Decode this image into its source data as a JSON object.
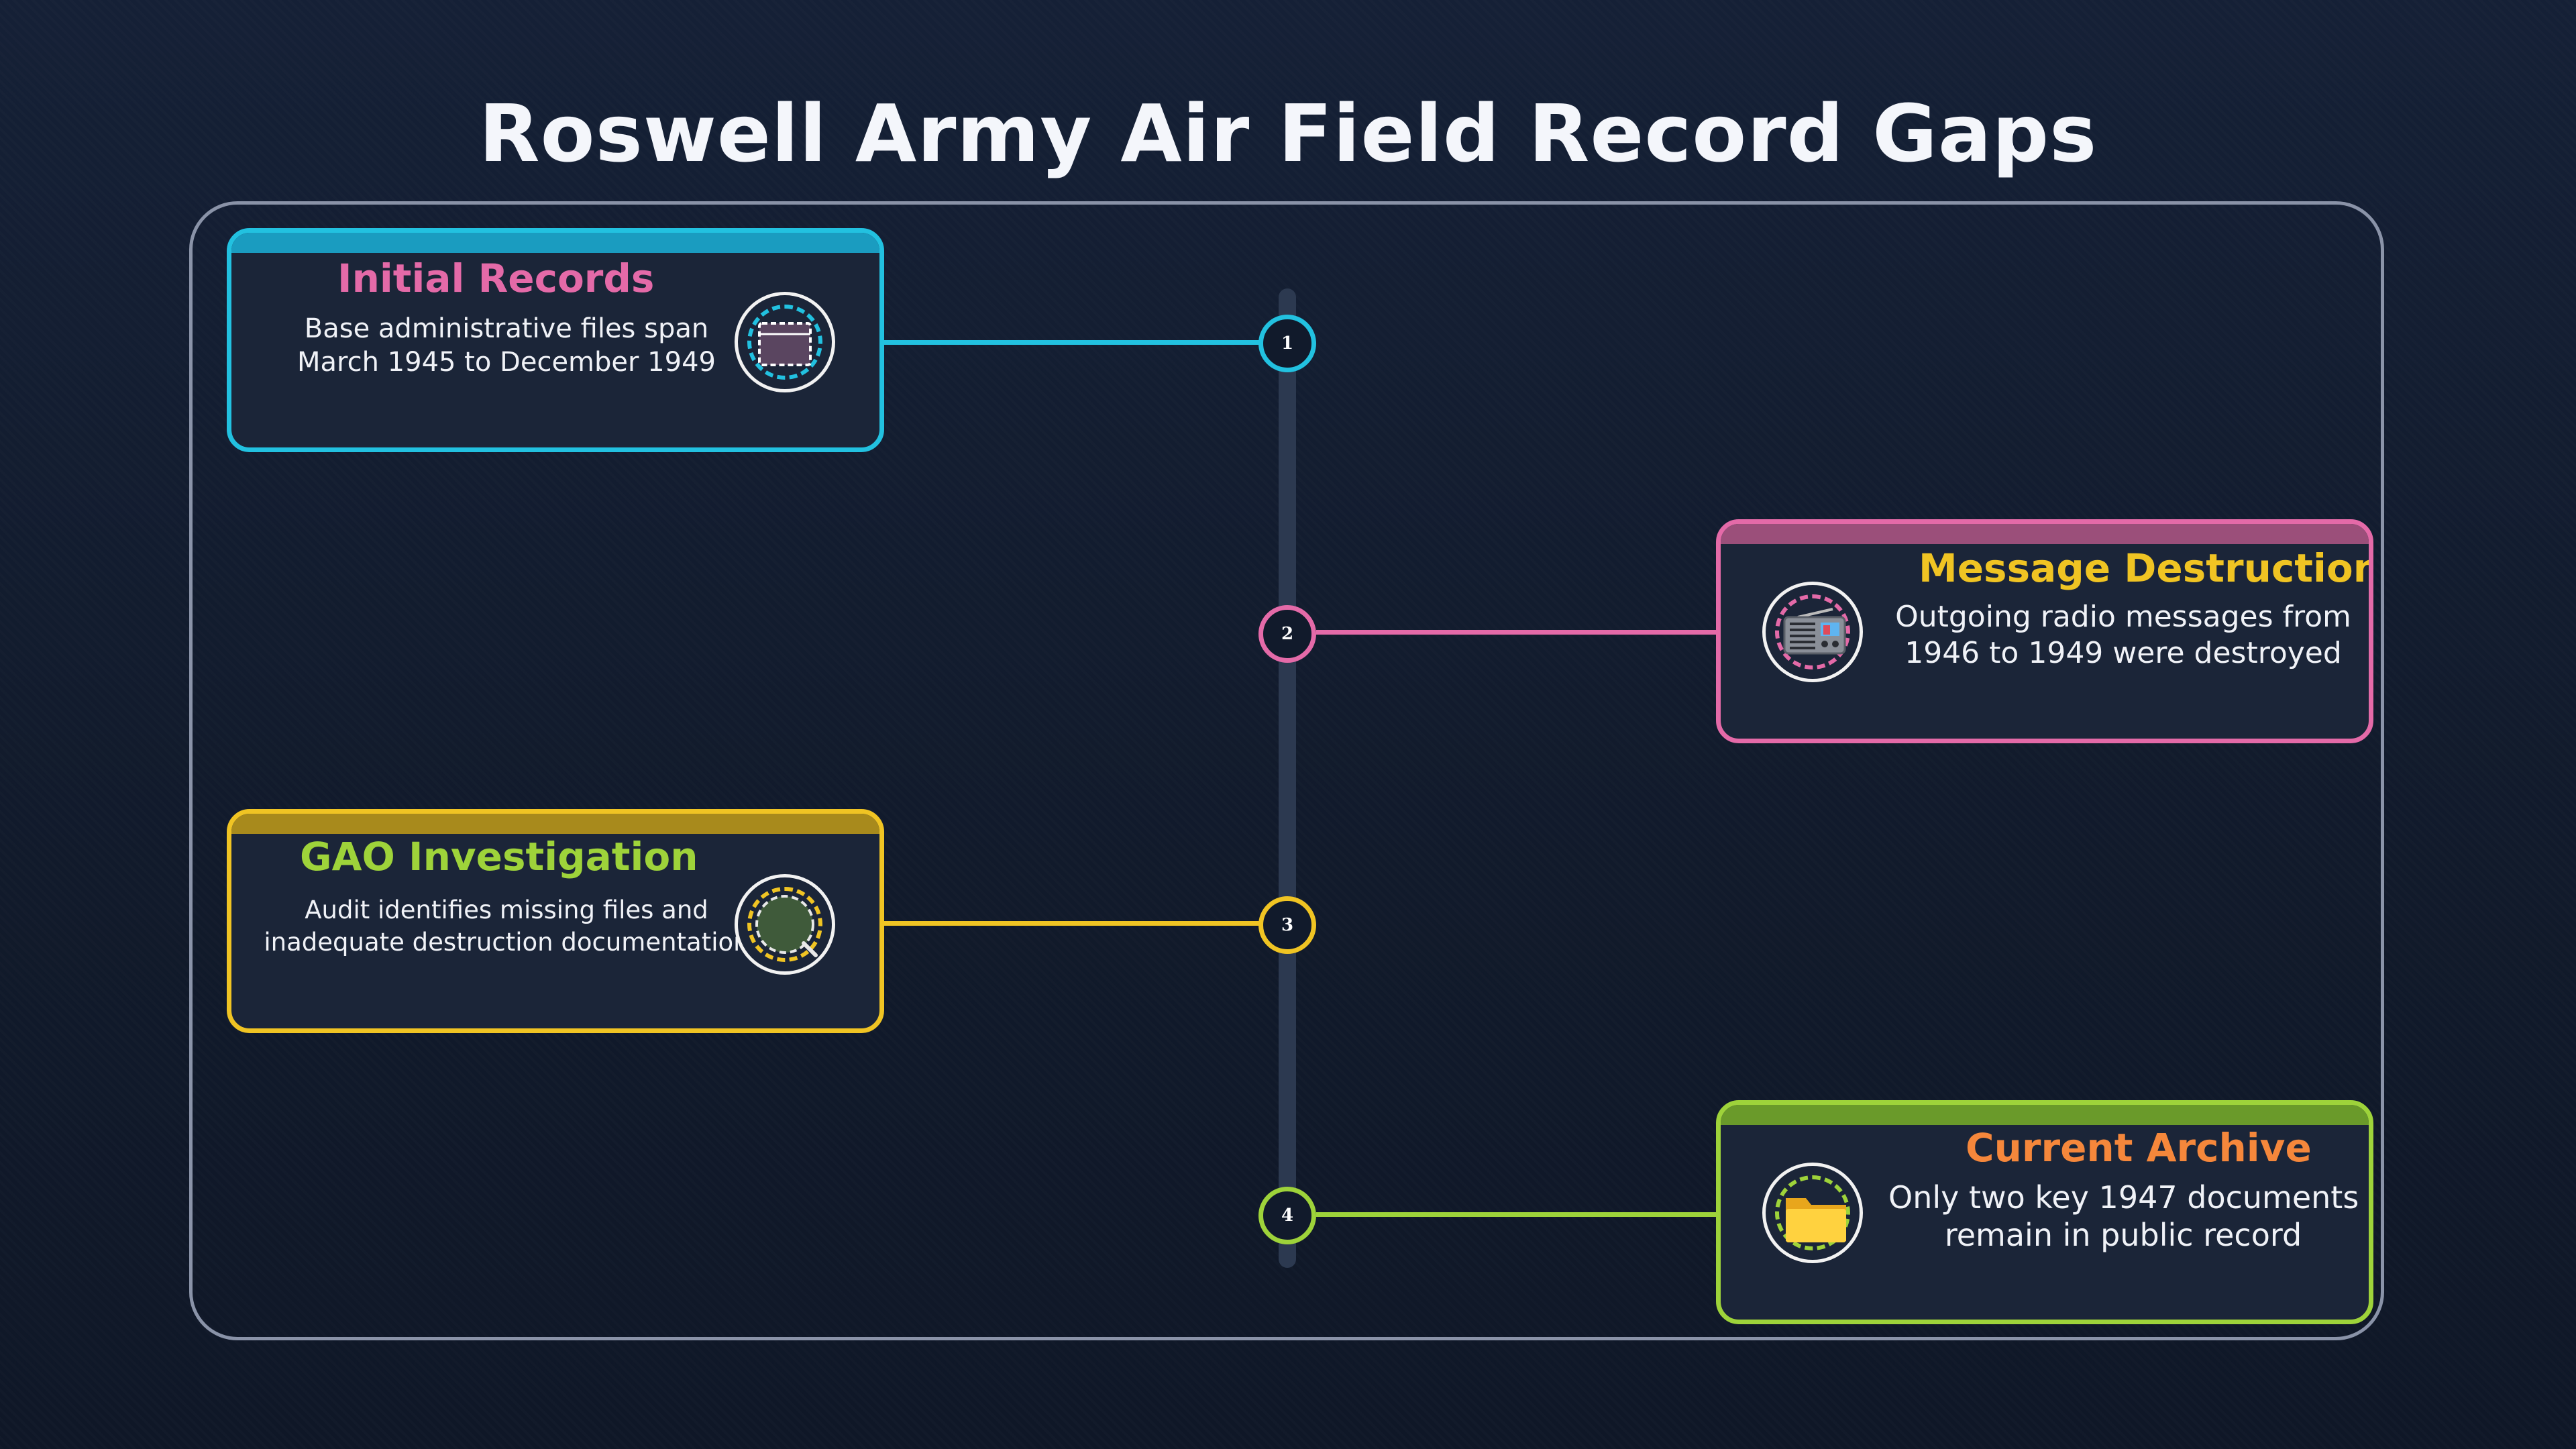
{
  "title": "Roswell Army Air Field Record Gaps",
  "colors": {
    "cyan": "#22c1e0",
    "pink": "#e46aa8",
    "yellow": "#f0c423",
    "green": "#9ed33a",
    "orange": "#f5873b"
  },
  "events": [
    {
      "number": "1",
      "title": "Initial Records",
      "desc_line1": "Base administrative files span",
      "desc_line2": "March 1945 to December 1949",
      "icon": "calendar-icon"
    },
    {
      "number": "2",
      "title": "Message Destruction",
      "desc_line1": "Outgoing radio messages from",
      "desc_line2": "1946 to 1949 were destroyed",
      "icon": "radio-icon"
    },
    {
      "number": "3",
      "title": "GAO Investigation",
      "desc_line1": "Audit identifies missing files and",
      "desc_line2": "inadequate destruction documentation",
      "icon": "magnifier-icon"
    },
    {
      "number": "4",
      "title": "Current Archive",
      "desc_line1": "Only two key 1947 documents",
      "desc_line2": "remain in public record",
      "icon": "folder-icon"
    }
  ]
}
